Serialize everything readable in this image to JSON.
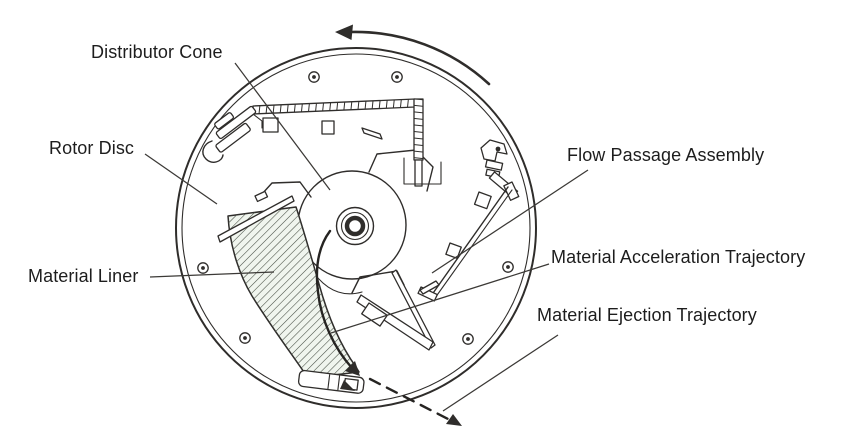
{
  "diagram": {
    "rotation_direction": "counterclockwise"
  },
  "labels": {
    "distributor_cone": "Distributor Cone",
    "rotor_disc": "Rotor Disc",
    "material_liner": "Material Liner",
    "flow_passage_assembly": "Flow Passage Assembly",
    "material_acceleration_trajectory": "Material Acceleration Trajectory",
    "material_ejection_trajectory": "Material Ejection Trajectory"
  },
  "colors": {
    "background": "#ffffff",
    "line": "#2f2d2b",
    "text": "#1d1d1d",
    "liner_tint": "#f0f5ee"
  }
}
